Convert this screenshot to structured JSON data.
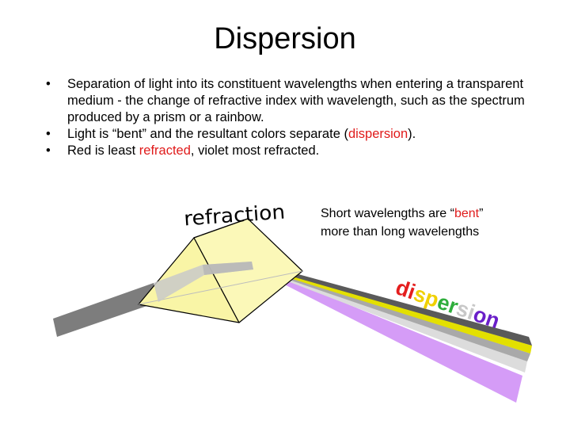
{
  "title": "Dispersion",
  "bullets": [
    {
      "parts": [
        {
          "text": "Separation of light into its constituent wavelengths when entering a transparent medium - the change of refractive index with wavelength, such as the spectrum produced by a prism or a rainbow.",
          "highlight": false
        }
      ]
    },
    {
      "parts": [
        {
          "text": "Light is “bent” and the resultant colors separate (",
          "highlight": false
        },
        {
          "text": "dispersion",
          "highlight": true
        },
        {
          "text": ").",
          "highlight": false
        }
      ]
    },
    {
      "parts": [
        {
          "text": "Red is least ",
          "highlight": false
        },
        {
          "text": "refracted",
          "highlight": true
        },
        {
          "text": ", violet most refracted.",
          "highlight": false
        }
      ]
    }
  ],
  "note": {
    "line1_pre": "Short wavelengths are “",
    "line1_red": "bent",
    "line1_post": "”",
    "line2": "more than long wavelengths"
  },
  "refraction_label": "refraction",
  "dispersion_label": {
    "letters": [
      "d",
      "i",
      "s",
      "p",
      "e",
      "r",
      "s",
      "i",
      "o",
      "n"
    ],
    "colors": [
      "#e41e1e",
      "#e41e1e",
      "#f0d000",
      "#f0d000",
      "#2fae3c",
      "#2fae3c",
      "#c8c8c8",
      "#c8c8c8",
      "#6a1fc9",
      "#6a1fc9"
    ]
  },
  "colors": {
    "highlight": "#e01b1b",
    "prism_face": "#fbf8b8",
    "incident_beam": "#7d7d7d",
    "band_dark": "#5a5a5a",
    "band_yellow": "#e3e000",
    "band_gray": "#a9a9a9",
    "band_light": "#dcdcdc",
    "band_violet": "#d59cf7"
  }
}
